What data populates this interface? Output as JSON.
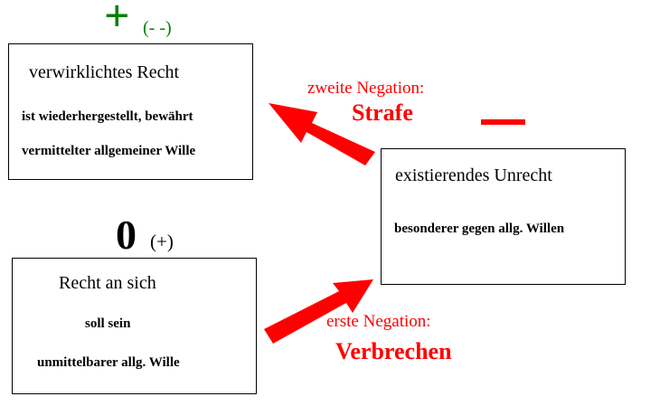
{
  "colors": {
    "arrow": "#ff0000",
    "label": "#ff0000",
    "positive": "#008000",
    "text": "#000000"
  },
  "top_box": {
    "sign": "+",
    "sign_note": "(- -)",
    "title": "verwirklichtes Recht",
    "line1": "ist wiederhergestellt, bewährt",
    "line2": "vermittelter allgemeiner Wille"
  },
  "bottom_box": {
    "sign": "0",
    "sign_note": "(+)",
    "title": "Recht an sich",
    "line1": "soll sein",
    "line2": "unmittelbarer allg. Wille"
  },
  "right_box": {
    "sign": "minus",
    "title": "existierendes Unrecht",
    "line1": "besonderer gegen allg. Willen"
  },
  "upper_arrow": {
    "label": "zweite Negation:",
    "term": "Strafe"
  },
  "lower_arrow": {
    "label": "erste Negation:",
    "term": "Verbrechen"
  }
}
